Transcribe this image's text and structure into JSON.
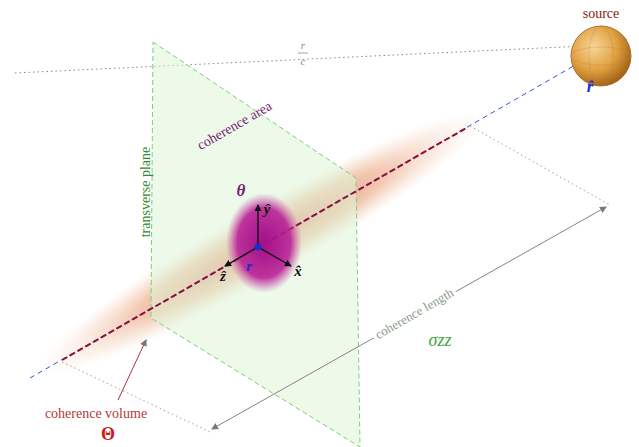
{
  "diagram": {
    "nodes": [
      {
        "text": [
          "source"
        ]
      }
    ],
    "labels": [
      "r",
      "c",
      "r̂",
      "transverse plane",
      "coherence area",
      "θ",
      "ŷ",
      "x̂",
      "ẑ",
      "r⃗",
      "coherence length",
      "σzz",
      "coherence volume",
      "Θ"
    ]
  }
}
